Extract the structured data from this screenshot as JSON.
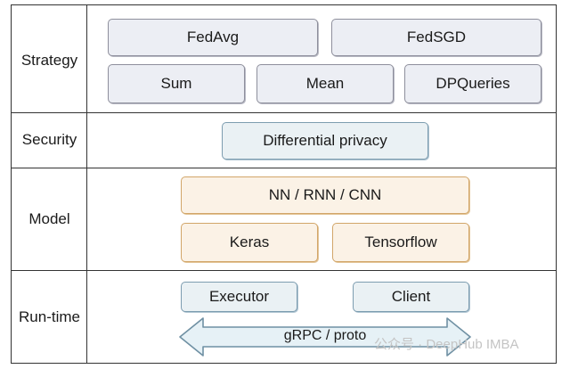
{
  "rows": {
    "strategy": "Strategy",
    "security": "Security",
    "model": "Model",
    "runtime": "Run-time"
  },
  "strategy": {
    "fedavg": "FedAvg",
    "fedsgd": "FedSGD",
    "sum": "Sum",
    "mean": "Mean",
    "dpqueries": "DPQueries"
  },
  "security": {
    "dp": "Differential privacy"
  },
  "model": {
    "nn": "NN / RNN / CNN",
    "keras": "Keras",
    "tensorflow": "Tensorflow"
  },
  "runtime": {
    "executor": "Executor",
    "client": "Client",
    "grpc": "gRPC / proto"
  },
  "watermark": "公众号 · DeepHub IMBA",
  "colors": {
    "gray_fill": "#eceef4",
    "blue_fill": "#eaf1f4",
    "orange_fill": "#fbf2e6",
    "arrow_fill": "#e6f1f6"
  }
}
